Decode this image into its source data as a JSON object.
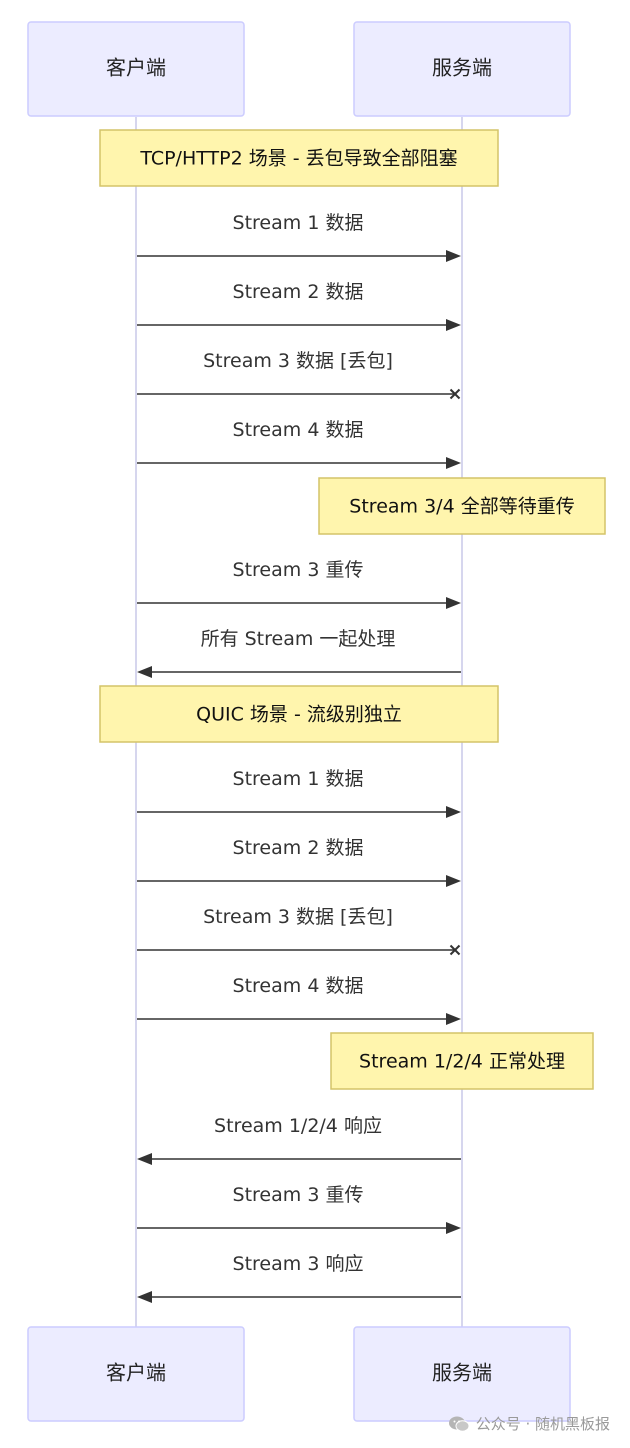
{
  "actors": {
    "client": "客户端",
    "server": "服务端"
  },
  "watermark": {
    "text": "公众号 · 随机黑板报",
    "icon": "wechat-icon"
  },
  "colors": {
    "actor_fill": "#ececff",
    "actor_stroke": "#ccccff",
    "note_fill": "#fff5ad",
    "note_stroke": "#d4c468",
    "line": "#333333"
  },
  "sequence": [
    {
      "kind": "note",
      "over": "both",
      "text": "TCP/HTTP2 场景 - 丢包导致全部阻塞"
    },
    {
      "kind": "message",
      "from": "client",
      "to": "server",
      "text": "Stream 1 数据",
      "end": "arrow"
    },
    {
      "kind": "message",
      "from": "client",
      "to": "server",
      "text": "Stream 2 数据",
      "end": "arrow"
    },
    {
      "kind": "message",
      "from": "client",
      "to": "server",
      "text": "Stream 3 数据 [丢包]",
      "end": "cross"
    },
    {
      "kind": "message",
      "from": "client",
      "to": "server",
      "text": "Stream 4 数据",
      "end": "arrow"
    },
    {
      "kind": "note",
      "over": "server",
      "text": "Stream 3/4 全部等待重传"
    },
    {
      "kind": "message",
      "from": "client",
      "to": "server",
      "text": "Stream 3 重传",
      "end": "arrow"
    },
    {
      "kind": "message",
      "from": "server",
      "to": "client",
      "text": "所有 Stream 一起处理",
      "end": "arrow"
    },
    {
      "kind": "note",
      "over": "both",
      "text": "QUIC 场景 - 流级别独立"
    },
    {
      "kind": "message",
      "from": "client",
      "to": "server",
      "text": "Stream 1 数据",
      "end": "arrow"
    },
    {
      "kind": "message",
      "from": "client",
      "to": "server",
      "text": "Stream 2 数据",
      "end": "arrow"
    },
    {
      "kind": "message",
      "from": "client",
      "to": "server",
      "text": "Stream 3 数据 [丢包]",
      "end": "cross"
    },
    {
      "kind": "message",
      "from": "client",
      "to": "server",
      "text": "Stream 4 数据",
      "end": "arrow"
    },
    {
      "kind": "note",
      "over": "server",
      "text": "Stream 1/2/4 正常处理"
    },
    {
      "kind": "message",
      "from": "server",
      "to": "client",
      "text": "Stream 1/2/4 响应",
      "end": "arrow"
    },
    {
      "kind": "message",
      "from": "client",
      "to": "server",
      "text": "Stream 3 重传",
      "end": "arrow"
    },
    {
      "kind": "message",
      "from": "server",
      "to": "client",
      "text": "Stream 3 响应",
      "end": "arrow"
    }
  ]
}
